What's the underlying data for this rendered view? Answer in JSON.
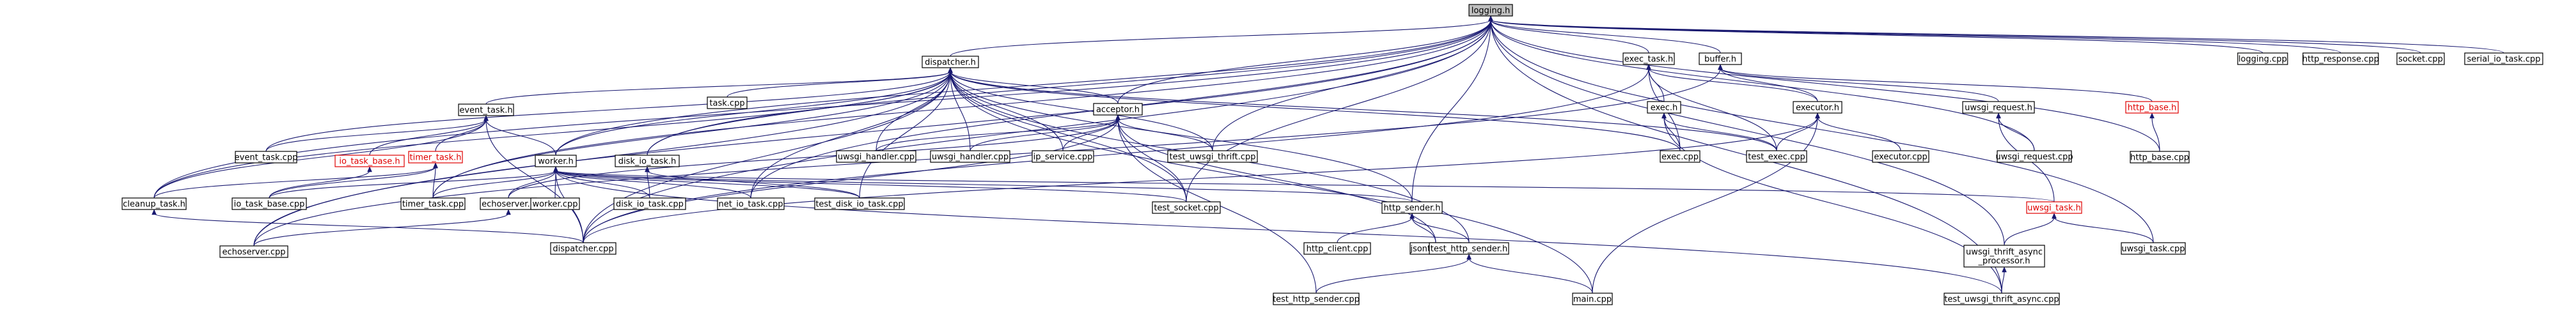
{
  "graph": {
    "root": "logging.h",
    "edge_color": "#191970",
    "missing_color": "#e00000",
    "nodes": [
      {
        "id": "logging_h",
        "label": "logging.h",
        "root": true
      },
      {
        "id": "dispatcher_h",
        "label": "dispatcher.h"
      },
      {
        "id": "exec_task_h",
        "label": "exec_task.h"
      },
      {
        "id": "buffer_h",
        "label": "buffer.h"
      },
      {
        "id": "logging_cpp",
        "label": "logging.cpp"
      },
      {
        "id": "http_response_cpp",
        "label": "http_response.cpp"
      },
      {
        "id": "socket_cpp",
        "label": "socket.cpp"
      },
      {
        "id": "serial_io_task_cpp",
        "label": "serial_io_task.cpp"
      },
      {
        "id": "event_task_h",
        "label": "event_task.h"
      },
      {
        "id": "task_cpp",
        "label": "task.cpp"
      },
      {
        "id": "acceptor_h",
        "label": "acceptor.h"
      },
      {
        "id": "exec_h",
        "label": "exec.h"
      },
      {
        "id": "executor_h",
        "label": "executor.h"
      },
      {
        "id": "uwsgi_request_h",
        "label": "uwsgi_request.h"
      },
      {
        "id": "http_base_h",
        "label": "http_base.h",
        "missing": true
      },
      {
        "id": "io_task_base_h",
        "label": "io_task_base.h",
        "missing": true
      },
      {
        "id": "timer_task_h",
        "label": "timer_task.h",
        "missing": true
      },
      {
        "id": "event_task_cpp",
        "label": "event_task.cpp"
      },
      {
        "id": "worker_h",
        "label": "worker.h"
      },
      {
        "id": "disk_io_task_h",
        "label": "disk_io_task.h"
      },
      {
        "id": "uwsgi_handler_cpp_1",
        "label": "uwsgi_handler.cpp"
      },
      {
        "id": "uwsgi_handler_cpp_2",
        "label": "uwsgi_handler.cpp"
      },
      {
        "id": "ip_service_cpp",
        "label": "ip_service.cpp"
      },
      {
        "id": "test_uwsgi_thrift_cpp",
        "label": "test_uwsgi_thrift.cpp"
      },
      {
        "id": "exec_cpp",
        "label": "exec.cpp"
      },
      {
        "id": "test_exec_cpp",
        "label": "test_exec.cpp"
      },
      {
        "id": "executor_cpp",
        "label": "executor.cpp"
      },
      {
        "id": "uwsgi_request_cpp",
        "label": "uwsgi_request.cpp"
      },
      {
        "id": "http_base_cpp",
        "label": "http_base.cpp"
      },
      {
        "id": "cleanup_task_h",
        "label": "cleanup_task.h"
      },
      {
        "id": "io_task_base_cpp",
        "label": "io_task_base.cpp"
      },
      {
        "id": "timer_task_cpp",
        "label": "timer_task.cpp"
      },
      {
        "id": "echoserver_h",
        "label": "echoserver.h"
      },
      {
        "id": "worker_cpp",
        "label": "worker.cpp"
      },
      {
        "id": "disk_io_task_cpp",
        "label": "disk_io_task.cpp"
      },
      {
        "id": "net_io_task_cpp",
        "label": "net_io_task.cpp"
      },
      {
        "id": "test_disk_io_task_cpp",
        "label": "test_disk_io_task.cpp"
      },
      {
        "id": "test_socket_cpp",
        "label": "test_socket.cpp"
      },
      {
        "id": "http_sender_h",
        "label": "http_sender.h"
      },
      {
        "id": "uwsgi_task_h",
        "label": "uwsgi_task.h",
        "missing": true
      },
      {
        "id": "dispatcher_cpp",
        "label": "dispatcher.cpp"
      },
      {
        "id": "echoserver_cpp",
        "label": "echoserver.cpp"
      },
      {
        "id": "http_client_cpp",
        "label": "http_client.cpp"
      },
      {
        "id": "jsontest_cpp",
        "label": "jsontest.cpp"
      },
      {
        "id": "test_http_sender_h",
        "label": "test_http_sender.h"
      },
      {
        "id": "uwsgi_thrift_async_processor_h",
        "label": "uwsgi_thrift_async\n_processor.h"
      },
      {
        "id": "uwsgi_task_cpp",
        "label": "uwsgi_task.cpp"
      },
      {
        "id": "test_http_sender_cpp",
        "label": "test_http_sender.cpp"
      },
      {
        "id": "main_cpp",
        "label": "main.cpp"
      },
      {
        "id": "test_uwsgi_thrift_async_cpp",
        "label": "test_uwsgi_thrift_async.cpp"
      }
    ],
    "edges": [
      [
        "logging_h",
        "dispatcher_h"
      ],
      [
        "logging_h",
        "exec_task_h"
      ],
      [
        "logging_h",
        "buffer_h"
      ],
      [
        "logging_h",
        "logging_cpp"
      ],
      [
        "logging_h",
        "http_response_cpp"
      ],
      [
        "logging_h",
        "socket_cpp"
      ],
      [
        "logging_h",
        "serial_io_task_cpp"
      ],
      [
        "logging_h",
        "cleanup_task_h"
      ],
      [
        "logging_h",
        "echoserver_cpp"
      ],
      [
        "logging_h",
        "dispatcher_cpp"
      ],
      [
        "logging_h",
        "worker_h"
      ],
      [
        "logging_h",
        "disk_io_task_h"
      ],
      [
        "logging_h",
        "acceptor_h"
      ],
      [
        "logging_h",
        "test_uwsgi_thrift_cpp"
      ],
      [
        "logging_h",
        "test_socket_cpp"
      ],
      [
        "logging_h",
        "http_sender_h"
      ],
      [
        "logging_h",
        "uwsgi_request_cpp"
      ],
      [
        "logging_h",
        "http_base_cpp"
      ],
      [
        "logging_h",
        "uwsgi_task_cpp"
      ],
      [
        "logging_h",
        "test_uwsgi_thrift_async_cpp"
      ],
      [
        "logging_h",
        "net_io_task_cpp"
      ],
      [
        "logging_h",
        "timer_task_cpp"
      ],
      [
        "logging_h",
        "uwsgi_thrift_async_processor_h"
      ],
      [
        "dispatcher_h",
        "event_task_h"
      ],
      [
        "dispatcher_h",
        "task_cpp"
      ],
      [
        "dispatcher_h",
        "acceptor_h"
      ],
      [
        "dispatcher_h",
        "worker_h"
      ],
      [
        "dispatcher_h",
        "disk_io_task_h"
      ],
      [
        "dispatcher_h",
        "uwsgi_handler_cpp_1"
      ],
      [
        "dispatcher_h",
        "uwsgi_handler_cpp_2"
      ],
      [
        "dispatcher_h",
        "ip_service_cpp"
      ],
      [
        "dispatcher_h",
        "exec_cpp"
      ],
      [
        "dispatcher_h",
        "test_exec_cpp"
      ],
      [
        "dispatcher_h",
        "cleanup_task_h"
      ],
      [
        "dispatcher_h",
        "event_task_cpp"
      ],
      [
        "dispatcher_h",
        "test_socket_cpp"
      ],
      [
        "dispatcher_h",
        "http_sender_h"
      ],
      [
        "dispatcher_h",
        "test_http_sender_h"
      ],
      [
        "dispatcher_h",
        "main_cpp"
      ],
      [
        "dispatcher_h",
        "dispatcher_cpp"
      ],
      [
        "dispatcher_h",
        "echoserver_cpp"
      ],
      [
        "dispatcher_h",
        "net_io_task_cpp"
      ],
      [
        "dispatcher_h",
        "test_disk_io_task_cpp"
      ],
      [
        "dispatcher_h",
        "timer_task_cpp"
      ],
      [
        "dispatcher_h",
        "test_uwsgi_thrift_cpp"
      ],
      [
        "exec_task_h",
        "exec_h"
      ],
      [
        "exec_task_h",
        "executor_h"
      ],
      [
        "exec_task_h",
        "exec_cpp"
      ],
      [
        "exec_task_h",
        "dispatcher_cpp"
      ],
      [
        "exec_task_h",
        "test_exec_cpp"
      ],
      [
        "buffer_h",
        "uwsgi_request_h"
      ],
      [
        "buffer_h",
        "http_base_h"
      ],
      [
        "buffer_h",
        "executor_h"
      ],
      [
        "buffer_h",
        "echoserver_cpp"
      ],
      [
        "event_task_h",
        "io_task_base_h"
      ],
      [
        "event_task_h",
        "timer_task_h"
      ],
      [
        "event_task_h",
        "worker_h"
      ],
      [
        "event_task_h",
        "event_task_cpp"
      ],
      [
        "event_task_h",
        "cleanup_task_h"
      ],
      [
        "event_task_h",
        "dispatcher_cpp"
      ],
      [
        "acceptor_h",
        "uwsgi_handler_cpp_1"
      ],
      [
        "acceptor_h",
        "uwsgi_handler_cpp_2"
      ],
      [
        "acceptor_h",
        "ip_service_cpp"
      ],
      [
        "acceptor_h",
        "test_uwsgi_thrift_cpp"
      ],
      [
        "acceptor_h",
        "test_socket_cpp"
      ],
      [
        "acceptor_h",
        "echoserver_h"
      ],
      [
        "acceptor_h",
        "test_http_sender_cpp"
      ],
      [
        "acceptor_h",
        "jsontest_cpp"
      ],
      [
        "acceptor_h",
        "dispatcher_cpp"
      ],
      [
        "exec_h",
        "exec_cpp"
      ],
      [
        "exec_h",
        "test_exec_cpp"
      ],
      [
        "exec_h",
        "test_uwsgi_thrift_async_cpp"
      ],
      [
        "executor_h",
        "test_exec_cpp"
      ],
      [
        "executor_h",
        "executor_cpp"
      ],
      [
        "executor_h",
        "main_cpp"
      ],
      [
        "executor_h",
        "dispatcher_cpp"
      ],
      [
        "uwsgi_request_h",
        "uwsgi_request_cpp"
      ],
      [
        "uwsgi_request_h",
        "uwsgi_task_h"
      ],
      [
        "http_base_h",
        "http_base_cpp"
      ],
      [
        "io_task_base_h",
        "io_task_base_cpp"
      ],
      [
        "timer_task_h",
        "timer_task_cpp"
      ],
      [
        "timer_task_h",
        "cleanup_task_h"
      ],
      [
        "timer_task_h",
        "io_task_base_cpp"
      ],
      [
        "worker_h",
        "io_task_base_cpp"
      ],
      [
        "worker_h",
        "timer_task_cpp"
      ],
      [
        "worker_h",
        "echoserver_h"
      ],
      [
        "worker_h",
        "worker_cpp"
      ],
      [
        "worker_h",
        "disk_io_task_cpp"
      ],
      [
        "worker_h",
        "net_io_task_cpp"
      ],
      [
        "worker_h",
        "test_disk_io_task_cpp"
      ],
      [
        "worker_h",
        "test_socket_cpp"
      ],
      [
        "worker_h",
        "http_sender_h"
      ],
      [
        "worker_h",
        "uwsgi_task_h"
      ],
      [
        "worker_h",
        "dispatcher_cpp"
      ],
      [
        "worker_h",
        "test_uwsgi_thrift_async_cpp"
      ],
      [
        "disk_io_task_h",
        "disk_io_task_cpp"
      ],
      [
        "disk_io_task_h",
        "test_disk_io_task_cpp"
      ],
      [
        "cleanup_task_h",
        "dispatcher_cpp"
      ],
      [
        "echoserver_h",
        "echoserver_cpp"
      ],
      [
        "http_sender_h",
        "http_client_cpp"
      ],
      [
        "http_sender_h",
        "jsontest_cpp"
      ],
      [
        "http_sender_h",
        "test_http_sender_h"
      ],
      [
        "uwsgi_task_h",
        "uwsgi_thrift_async_processor_h"
      ],
      [
        "uwsgi_task_h",
        "uwsgi_task_cpp"
      ],
      [
        "test_http_sender_h",
        "test_http_sender_cpp"
      ],
      [
        "test_http_sender_h",
        "main_cpp"
      ],
      [
        "uwsgi_thrift_async_processor_h",
        "test_uwsgi_thrift_async_cpp"
      ]
    ]
  }
}
